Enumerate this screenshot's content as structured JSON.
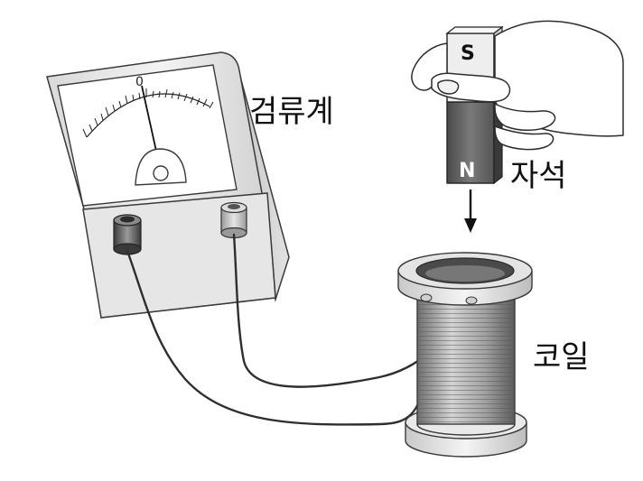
{
  "labels": {
    "galvanometer": "검류계",
    "magnet": "자석",
    "coil": "코일"
  },
  "magnet": {
    "south_pole": "S",
    "north_pole": "N"
  },
  "galvanometer": {
    "zero_mark": "0"
  },
  "colors": {
    "outline": "#3a3a3a",
    "wire": "#2e2e2e",
    "meter_body": "#ececec",
    "magnet_south": "#eeeeee",
    "magnet_north": "#6a6a6a",
    "coil_winding": "#8a8a8a",
    "hand": "#ffffff"
  }
}
